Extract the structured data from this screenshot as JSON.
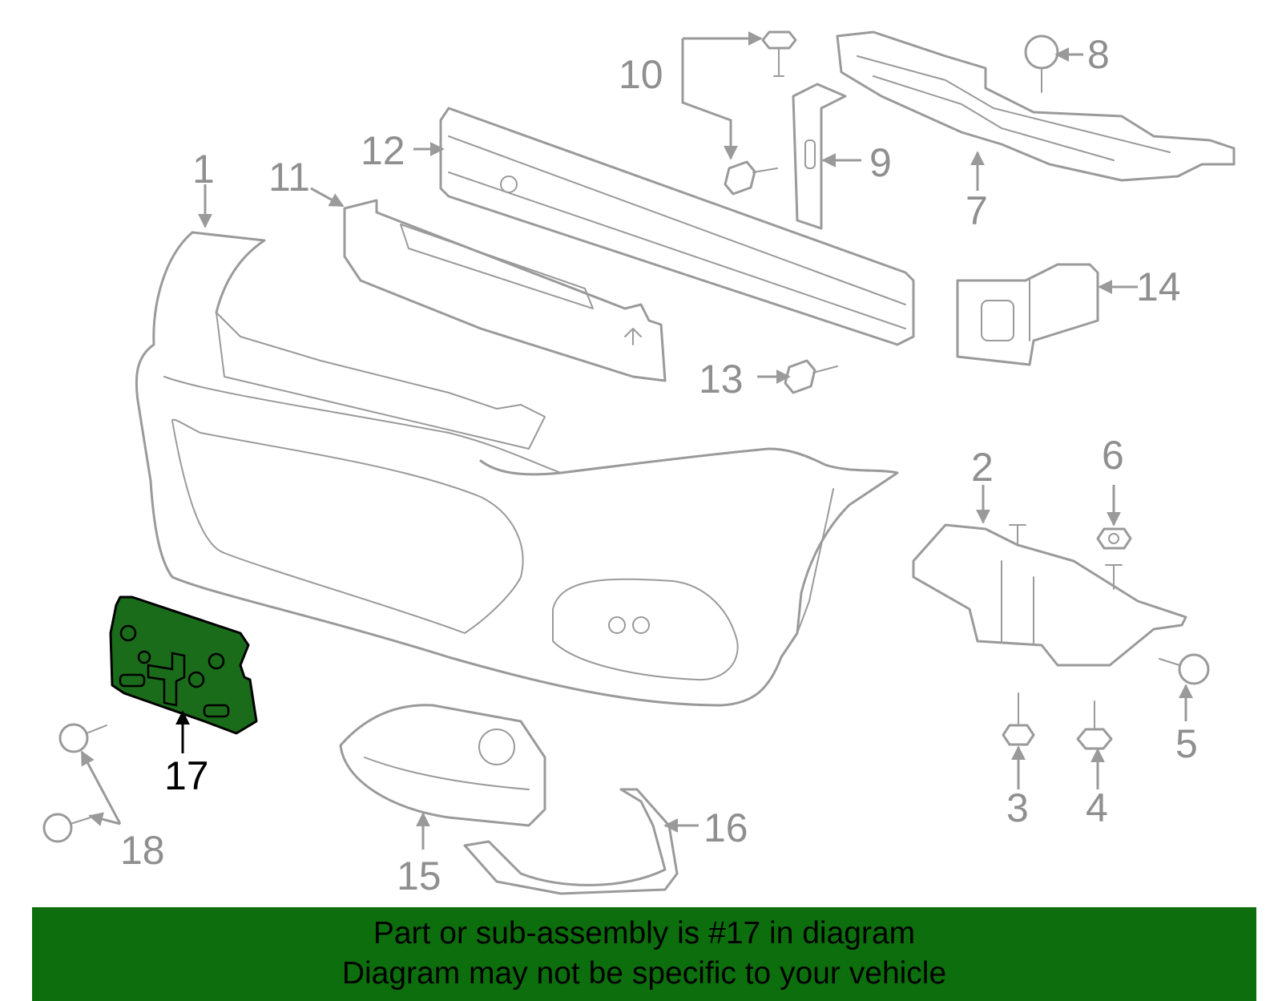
{
  "highlight_color": "#1a6b1a",
  "banner_color": "#0d6e0d",
  "labels": {
    "p1": "1",
    "p2": "2",
    "p3": "3",
    "p4": "4",
    "p5": "5",
    "p6": "6",
    "p7": "7",
    "p8": "8",
    "p9": "9",
    "p10": "10",
    "p11": "11",
    "p12": "12",
    "p13": "13",
    "p14": "14",
    "p15": "15",
    "p16": "16",
    "p17": "17",
    "p18": "18"
  },
  "banner": {
    "line1": "Part or sub-assembly is #17 in diagram",
    "line2": "Diagram may not be specific to your vehicle"
  }
}
